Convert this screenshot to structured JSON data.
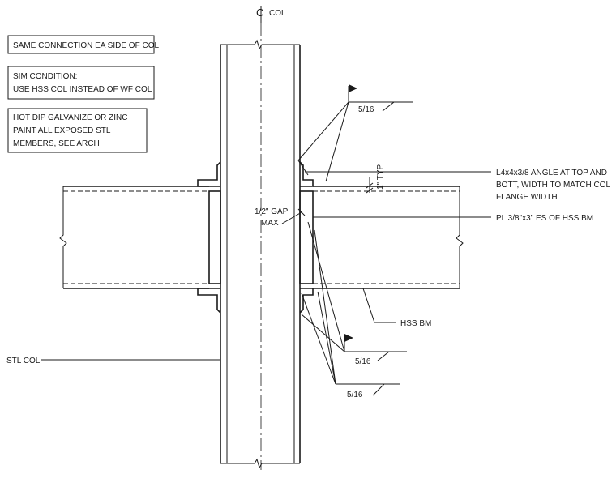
{
  "notes": {
    "note1": "SAME CONNECTION EA SIDE OF COL",
    "note2_line1": "SIM CONDITION:",
    "note2_line2": "USE HSS COL INSTEAD OF WF COL",
    "note3_line1": "HOT DIP GALVANIZE OR ZINC",
    "note3_line2": "PAINT ALL EXPOSED STL",
    "note3_line3": "MEMBERS, SEE ARCH"
  },
  "labels": {
    "col_symbol": "C",
    "col_label": "COL",
    "weld_top": "5/16",
    "typ_dim": "1\" TYP",
    "angle_line1": "L4x4x3/8 ANGLE AT TOP AND",
    "angle_line2": "BOTT, WIDTH TO MATCH COL",
    "angle_line3": "FLANGE WIDTH",
    "gap_line1": "1/2\" GAP",
    "gap_line2": "MAX",
    "plate": "PL 3/8\"x3\" ES OF HSS BM",
    "hss_bm": "HSS BM",
    "stl_col": "STL COL",
    "weld_mid": "5/16",
    "weld_bot": "5/16"
  }
}
